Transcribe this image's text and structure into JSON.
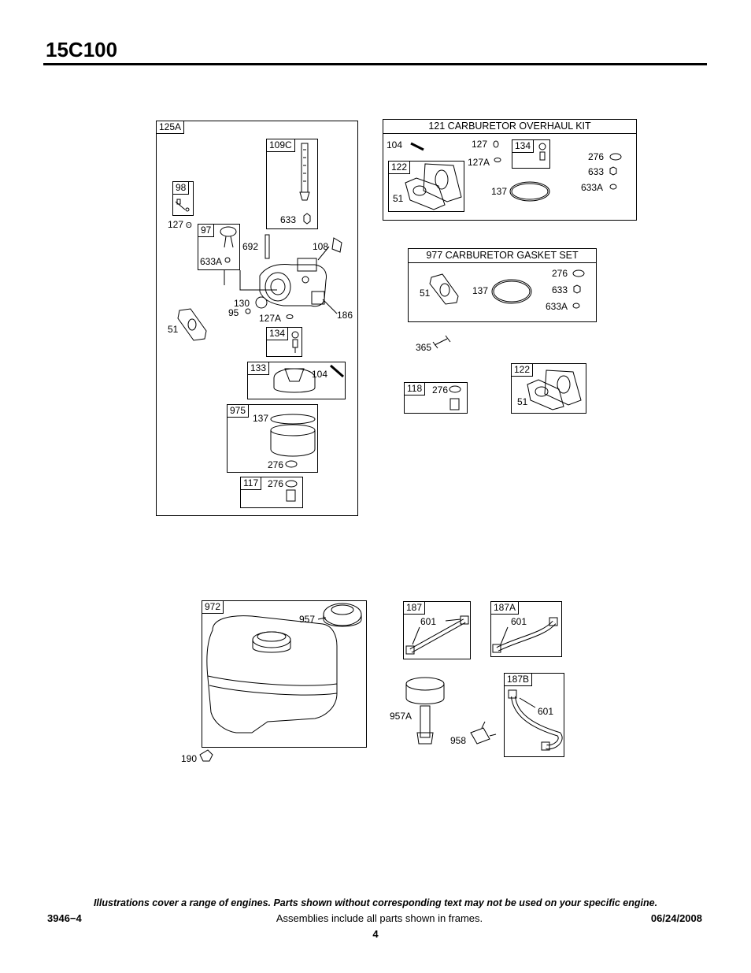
{
  "header": {
    "model": "15C100"
  },
  "carb_frame": {
    "frame_tag": "125A",
    "tags": {
      "t109c": "109C",
      "t98": "98",
      "t97": "97",
      "t134": "134",
      "t133": "133",
      "t975": "975",
      "t117": "117"
    },
    "labels": {
      "l127a": "127",
      "l633": "633",
      "l692": "692",
      "l108": "108",
      "l633a": "633A",
      "l130": "130",
      "l95": "95",
      "l127A": "127A",
      "l186": "186",
      "l51": "51",
      "l104": "104",
      "l137": "137",
      "l276a": "276",
      "l276b": "276"
    }
  },
  "overhaul_kit": {
    "title": "121 CARBURETOR OVERHAUL KIT",
    "tags": {
      "t134": "134",
      "t122": "122"
    },
    "labels": {
      "l104": "104",
      "l127": "127",
      "l127A": "127A",
      "l51": "51",
      "l137": "137",
      "l276": "276",
      "l633": "633",
      "l633A": "633A"
    }
  },
  "gasket_set": {
    "title": "977 CARBURETOR GASKET SET",
    "labels": {
      "l51": "51",
      "l137": "137",
      "l276": "276",
      "l633": "633",
      "l633A": "633A"
    }
  },
  "loose_parts": {
    "l365": "365",
    "t118": "118",
    "l276": "276",
    "t122": "122",
    "l51": "51"
  },
  "fuel_tank": {
    "t972": "972",
    "l957": "957",
    "l190": "190"
  },
  "fuel_lines": {
    "t187": "187",
    "l601a": "601",
    "t187A": "187A",
    "l601b": "601",
    "t187B": "187B",
    "l601c": "601",
    "l957A": "957A",
    "l958": "958"
  },
  "footer": {
    "note": "Illustrations cover a range of engines. Parts shown without corresponding text may not be used on your specific engine.",
    "doc_number": "3946−4",
    "assemblies_note": "Assemblies include all parts shown in frames.",
    "date": "06/24/2008",
    "page": "4"
  }
}
